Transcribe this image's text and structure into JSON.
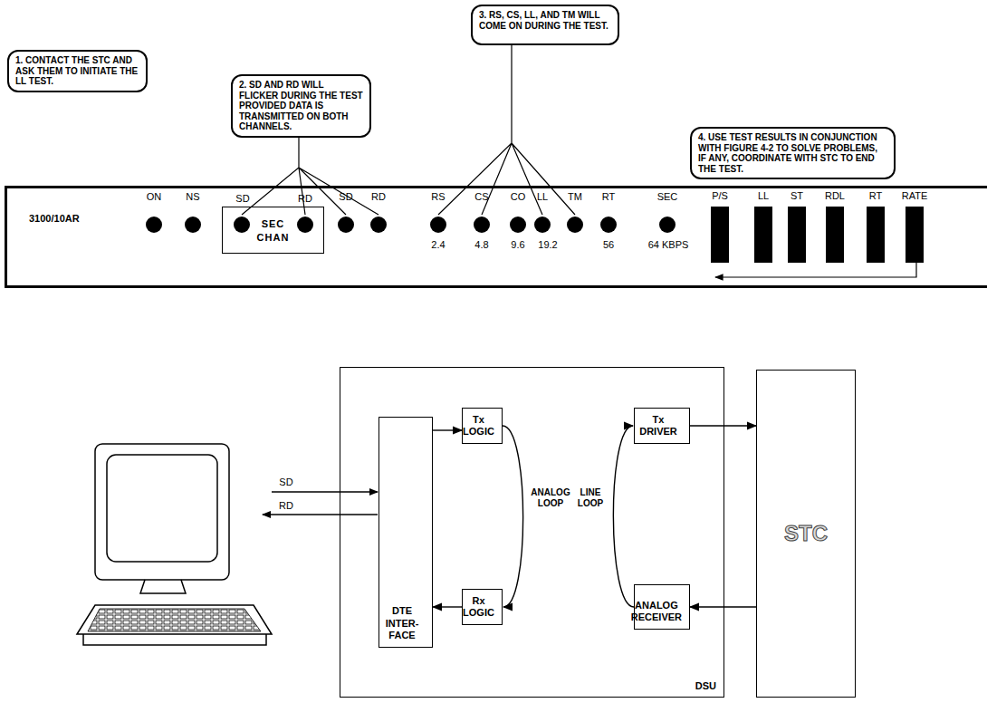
{
  "diagram": {
    "nodes": [
      {
        "text": [
          "1. CONTACT THE STC AND ASK THEM TO INITIATE THE LL TEST."
        ]
      },
      {
        "text": [
          "2. SD AND RD WILL FLICKER DURING THE TEST PROVIDED DATA IS TRANSMITTED ON BOTH CHANNELS."
        ]
      },
      {
        "text": [
          "3. RS, CS, LL, AND TM WILL COME ON DURING THE TEST."
        ]
      },
      {
        "text": [
          "4. USE TEST RESULTS IN CONJUNCTION WITH FIGURE 4-2 TO SOLVE PROBLEMS, IF ANY, COORDINATE WITH STC TO END THE TEST."
        ]
      },
      {
        "text": [
          "3100/10AR"
        ]
      },
      {
        "text": [
          "SEC",
          "CHAN"
        ],
        "in": 4
      },
      {
        "text": [
          "DSU"
        ]
      },
      {
        "text": [
          "DTE INTER- FACE"
        ],
        "in": 6
      },
      {
        "text": [
          "Tx LOGIC"
        ],
        "in": 6
      },
      {
        "text": [
          "Rx LOGIC"
        ],
        "in": 6
      },
      {
        "text": [
          "Tx DRIVER"
        ],
        "in": 6
      },
      {
        "text": [
          "ANALOG RECEIVER"
        ],
        "in": 6
      },
      {
        "text": [
          "STC"
        ]
      }
    ],
    "edges": [
      {
        "from": 7,
        "to": 8,
        "arrow": "to"
      },
      {
        "from": 8,
        "to": 9,
        "label": "ANALOG LOOP",
        "arrow": "to"
      },
      {
        "from": 9,
        "to": 7,
        "arrow": "to"
      },
      {
        "from": 10,
        "to": 12,
        "arrow": "to"
      },
      {
        "from": 12,
        "to": 11,
        "arrow": "to"
      },
      {
        "from": 11,
        "to": 10,
        "label": "LINE LOOP",
        "arrow": "to"
      }
    ],
    "labels": [
      "ON",
      "NS",
      "SD",
      "RD",
      "SD",
      "RD",
      "RS",
      "CS",
      "CO",
      "LL",
      "TM",
      "RT",
      "SEC",
      "2.4",
      "4.8",
      "9.6",
      "19.2",
      "56",
      "64 KBPS",
      "P/S",
      "LL",
      "ST",
      "RDL",
      "RT",
      "RATE",
      "SD",
      "RD"
    ]
  }
}
